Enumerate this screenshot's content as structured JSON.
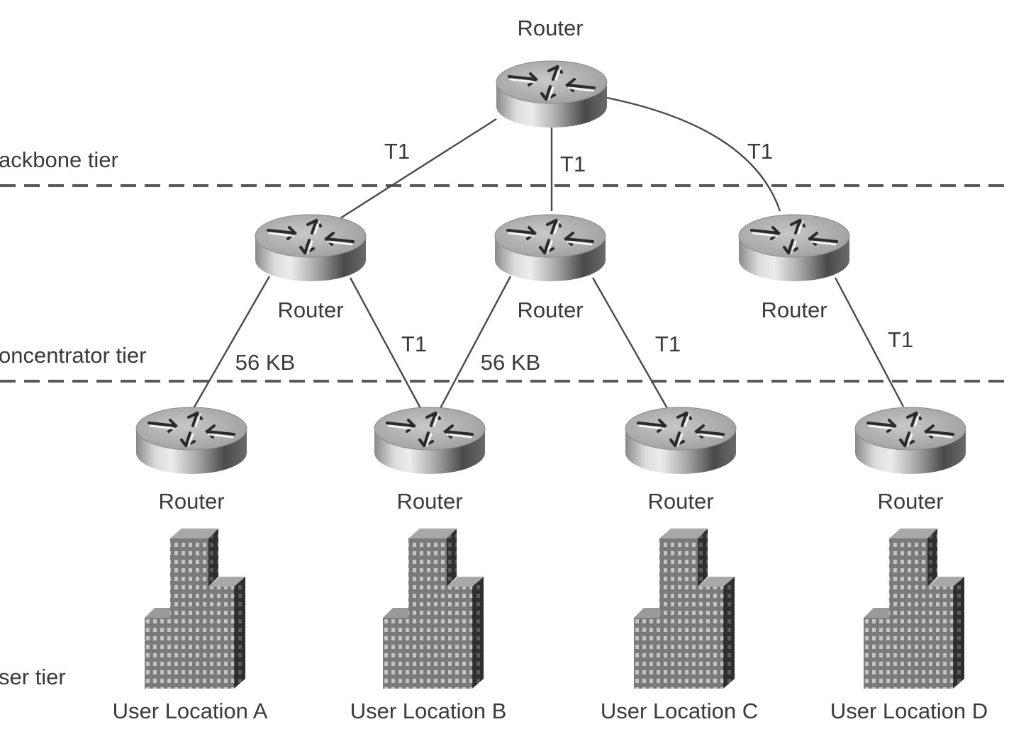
{
  "diagram": {
    "tiers": [
      {
        "id": "backbone",
        "label": "ackbone tier"
      },
      {
        "id": "concentrator",
        "label": "oncentrator tier"
      },
      {
        "id": "user",
        "label": "ser tier"
      }
    ],
    "nodes": [
      {
        "id": "core",
        "type": "router",
        "label": "Router",
        "tier": "backbone"
      },
      {
        "id": "c1",
        "type": "router",
        "label": "Router",
        "tier": "concentrator"
      },
      {
        "id": "c2",
        "type": "router",
        "label": "Router",
        "tier": "concentrator"
      },
      {
        "id": "c3",
        "type": "router",
        "label": "Router",
        "tier": "concentrator"
      },
      {
        "id": "u1",
        "type": "router",
        "label": "Router",
        "tier": "user"
      },
      {
        "id": "u2",
        "type": "router",
        "label": "Router",
        "tier": "user"
      },
      {
        "id": "u3",
        "type": "router",
        "label": "Router",
        "tier": "user"
      },
      {
        "id": "u4",
        "type": "router",
        "label": "Router",
        "tier": "user"
      }
    ],
    "locations": [
      {
        "id": "locA",
        "type": "building",
        "label": "User Location A",
        "router": "u1"
      },
      {
        "id": "locB",
        "type": "building",
        "label": "User Location B",
        "router": "u2"
      },
      {
        "id": "locC",
        "type": "building",
        "label": "User Location C",
        "router": "u3"
      },
      {
        "id": "locD",
        "type": "building",
        "label": "User Location D",
        "router": "u4"
      }
    ],
    "links": [
      {
        "from": "core",
        "to": "c1",
        "label": "T1"
      },
      {
        "from": "core",
        "to": "c2",
        "label": "T1"
      },
      {
        "from": "core",
        "to": "c3",
        "label": "T1"
      },
      {
        "from": "c1",
        "to": "u1",
        "label": "56 KB"
      },
      {
        "from": "c1",
        "to": "u2",
        "label": "T1"
      },
      {
        "from": "c2",
        "to": "u2",
        "label": "56 KB"
      },
      {
        "from": "c2",
        "to": "u3",
        "label": "T1"
      },
      {
        "from": "c3",
        "to": "u4",
        "label": "T1"
      }
    ],
    "icons": {
      "router": "router-icon",
      "building": "building-icon"
    }
  }
}
